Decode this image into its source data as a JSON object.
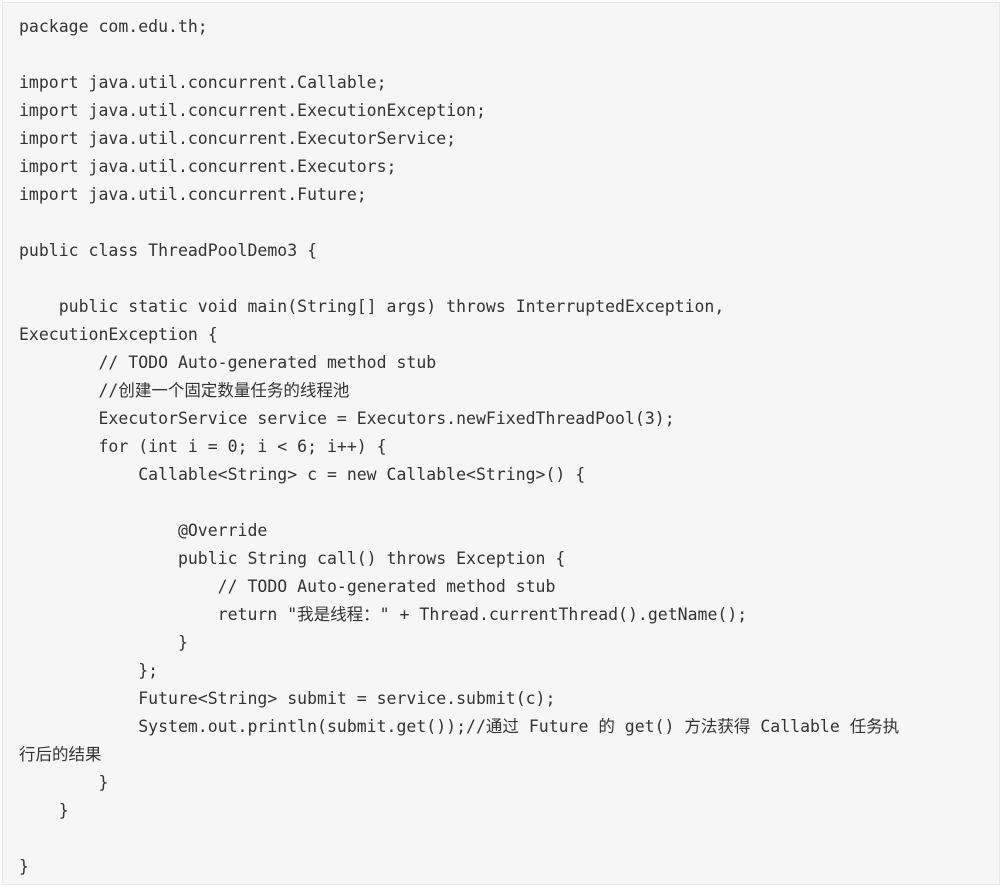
{
  "code": {
    "lines": [
      "package com.edu.th;",
      "",
      "import java.util.concurrent.Callable;",
      "import java.util.concurrent.ExecutionException;",
      "import java.util.concurrent.ExecutorService;",
      "import java.util.concurrent.Executors;",
      "import java.util.concurrent.Future;",
      "",
      "public class ThreadPoolDemo3 {",
      "",
      "    public static void main(String[] args) throws InterruptedException,",
      "ExecutionException {",
      "        // TODO Auto-generated method stub",
      "        //创建一个固定数量任务的线程池",
      "        ExecutorService service = Executors.newFixedThreadPool(3);",
      "        for (int i = 0; i < 6; i++) {",
      "            Callable<String> c = new Callable<String>() {",
      "",
      "                @Override",
      "                public String call() throws Exception {",
      "                    // TODO Auto-generated method stub",
      "                    return \"我是线程：\" + Thread.currentThread().getName();",
      "                }",
      "            };",
      "            Future<String> submit = service.submit(c);",
      "            System.out.println(submit.get());//通过 Future 的 get() 方法获得 Callable 任务执",
      "行后的结果",
      "        }",
      "    }",
      "",
      "}"
    ]
  }
}
